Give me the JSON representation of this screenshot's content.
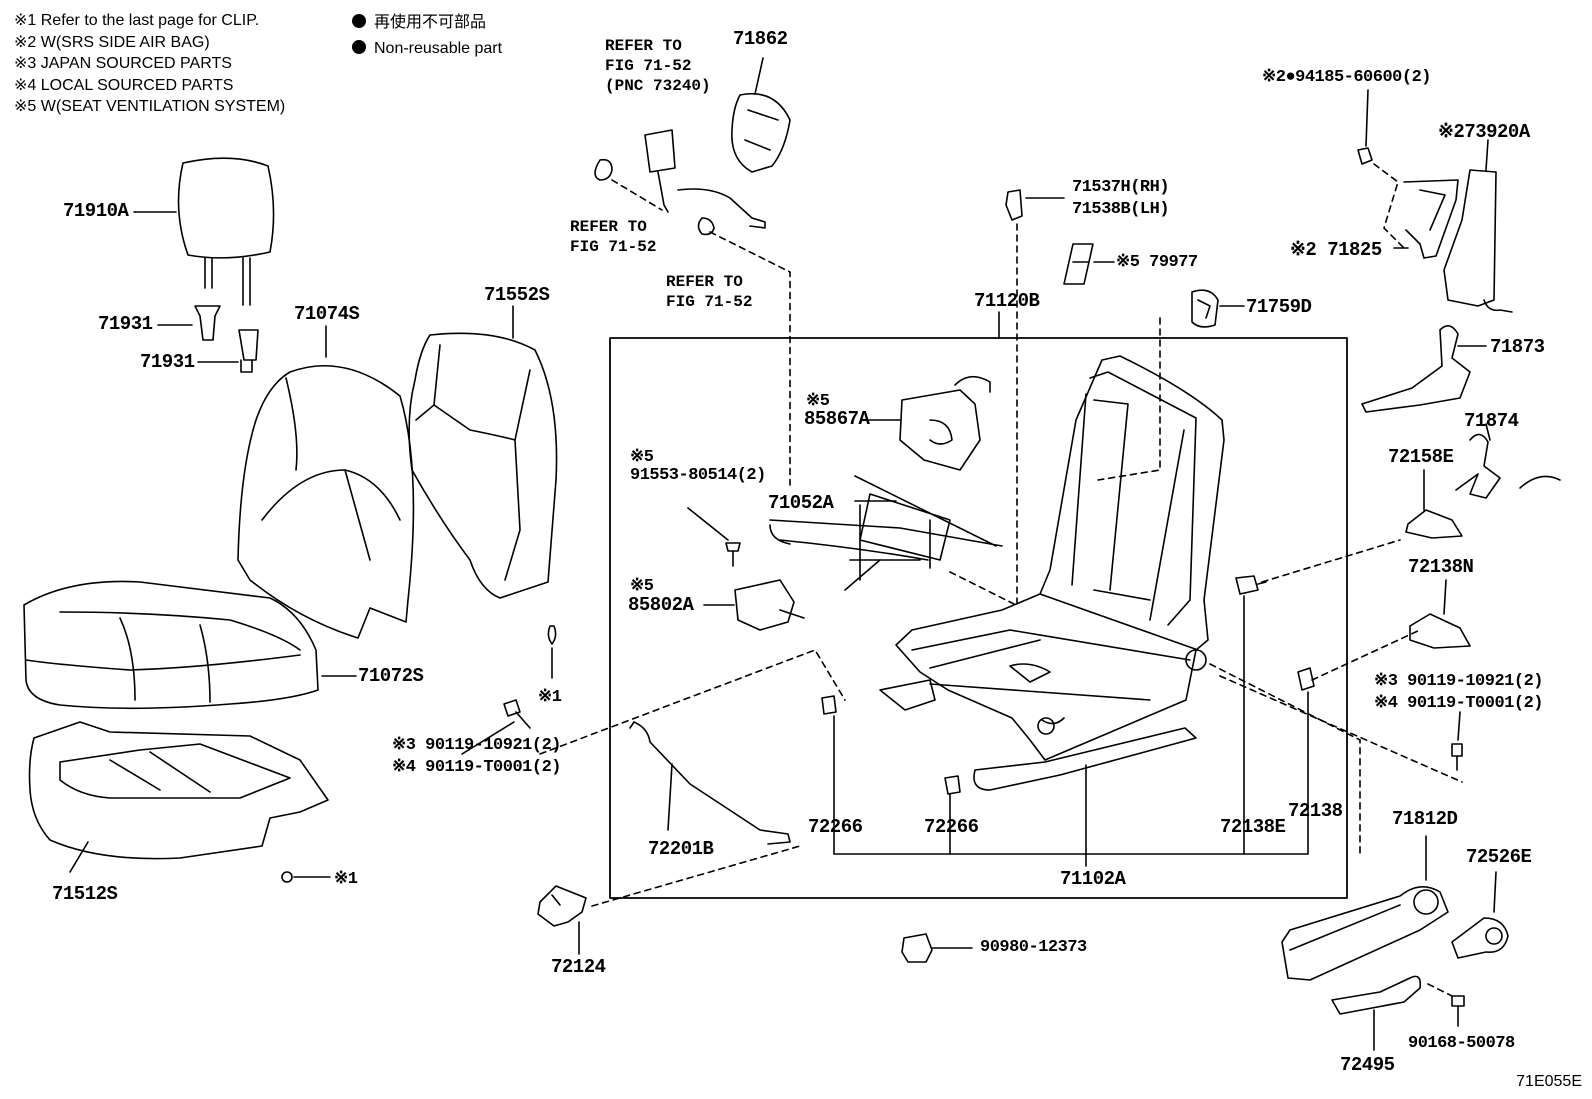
{
  "notes": [
    "※1  Refer to the last page for CLIP.",
    "※2  W(SRS SIDE AIR BAG)",
    "※3  JAPAN SOURCED PARTS",
    "※4  LOCAL SOURCED PARTS",
    "※5  W(SEAT VENTILATION SYSTEM)"
  ],
  "legend": {
    "jp": "再使用不可部品",
    "en": "Non-reusable part"
  },
  "refs": {
    "belt_top": [
      "REFER TO",
      "FIG 71-52",
      "(PNC 73240)"
    ],
    "belt_left": [
      "REFER TO",
      "FIG 71-52"
    ],
    "belt_right": [
      "REFER TO",
      "FIG 71-52"
    ]
  },
  "labels": {
    "p71910A": "71910A",
    "p71931a": "71931",
    "p71931b": "71931",
    "p71074S": "71074S",
    "p71552S": "71552S",
    "p71072S": "71072S",
    "p71512S": "71512S",
    "p71862": "71862",
    "p71537H": "71537H(RH)",
    "p71538B": "71538B(LH)",
    "p79977": "※5 79977",
    "p71120B": "71120B",
    "p71759D": "71759D",
    "p85867A_note": "※5",
    "p85867A": "85867A",
    "p91553_note": "※5",
    "p91553": "91553-80514(2)",
    "p71052A": "71052A",
    "p85802A_note": "※5",
    "p85802A": "85802A",
    "clip1a": "※1",
    "clip1b": "※1",
    "b3l": "※3 90119-10921(2)",
    "b4l": "※4 90119-T0001(2)",
    "p72201B": "72201B",
    "p72266a": "72266",
    "p72266b": "72266",
    "p72138E": "72138E",
    "p72138": "72138",
    "p71102A": "71102A",
    "p72124": "72124",
    "p90980": "90980-12373",
    "p94185": "※2●94185-60600(2)",
    "p73920A": "※273920A",
    "p71825": "※2 71825",
    "p71873": "71873",
    "p71874": "71874",
    "p72158E": "72158E",
    "p72138N": "72138N",
    "b3r": "※3 90119-10921(2)",
    "b4r": "※4 90119-T0001(2)",
    "p71812D": "71812D",
    "p72526E": "72526E",
    "p90168": "90168-50078",
    "p72495": "72495"
  },
  "figure_code": "71E055E"
}
